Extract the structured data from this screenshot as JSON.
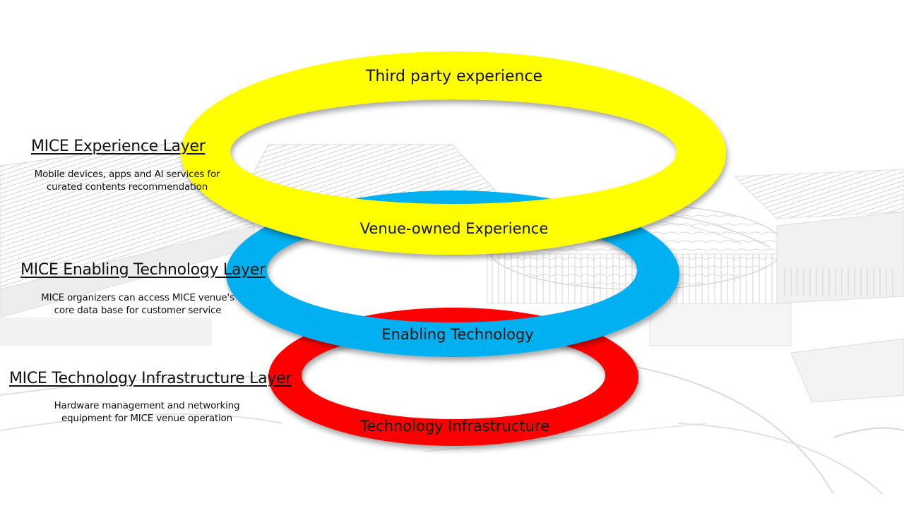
{
  "layers": [
    {
      "title": "MICE Experience Layer",
      "description_lines": [
        "Mobile devices, apps and AI services for",
        "curated contents recommendation"
      ]
    },
    {
      "title": "MICE Enabling Technology Layer",
      "description_lines": [
        "MICE organizers can access MICE venue's",
        "core data base for customer service"
      ]
    },
    {
      "title": "MICE Technology Infrastructure Layer",
      "description_lines": [
        "Hardware management and networking",
        "equipment for MICE venue operation"
      ]
    }
  ],
  "rings": {
    "yellow": {
      "top_label": "Third party experience",
      "bottom_label": "Venue-owned Experience",
      "color": "#ffff00"
    },
    "blue": {
      "label": "Enabling Technology",
      "color": "#00b0f0"
    },
    "red": {
      "label": "Technology Infrastructure",
      "color": "#ff0000"
    }
  },
  "background_illustration": "architectural-sketch-of-convention-venue"
}
